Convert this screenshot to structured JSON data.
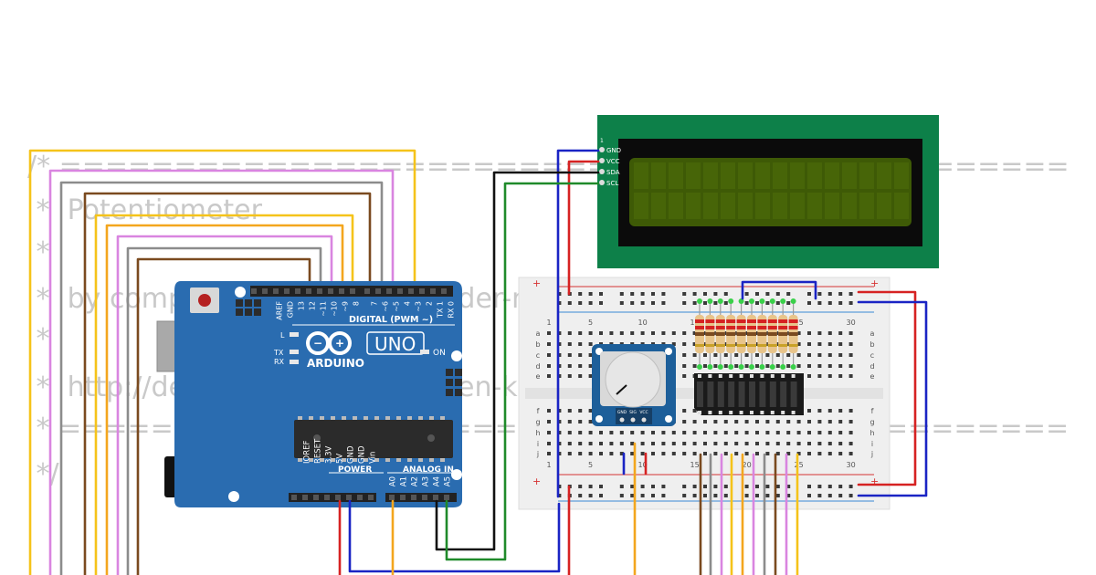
{
  "code_comment": {
    "lines": [
      "/* ============================================",
      " *  Potentiometer",
      " *",
      " *  by computer-ist-fuer-den-kinder-n.de",
      " *",
      " *  http://de.computer-ist-fuer-den-kinder-n.de",
      " * ============================================",
      " */"
    ]
  },
  "arduino": {
    "brand": "ARDUINO",
    "model": "UNO",
    "digital_header": "DIGITAL (PWM ~)",
    "digital_pins": [
      "AREF",
      "GND",
      "13",
      "12",
      "~11",
      "~10",
      "~9",
      "8",
      "7",
      "~6",
      "~5",
      "4",
      "~3",
      "2",
      "TX 1",
      "RX 0"
    ],
    "analog_header": "ANALOG IN",
    "power_header": "POWER",
    "power_pins": [
      "IOREF",
      "RESET",
      "3.3V",
      "5V",
      "GND",
      "GND",
      "Vin"
    ],
    "analog_pins": [
      "A0",
      "A1",
      "A2",
      "A3",
      "A4",
      "A5"
    ],
    "led_labels": {
      "l": "L",
      "tx": "TX",
      "rx": "RX",
      "on": "ON"
    },
    "colors": {
      "board": "#2a6cb0",
      "board_dark": "#1f5590",
      "text": "#ffffff"
    }
  },
  "lcd": {
    "pins": [
      "GND",
      "VCC",
      "SDA",
      "SCL"
    ],
    "pin1": "1",
    "colors": {
      "pcb": "#0d8049",
      "bezel": "#0b0b0b",
      "screen": "#3e5a06",
      "screen_light": "#4e6d0a"
    }
  },
  "breadboard": {
    "col_labels": [
      "1",
      "5",
      "10",
      "15",
      "20",
      "25",
      "30"
    ],
    "row_labels_top": [
      "a",
      "b",
      "c",
      "d",
      "e"
    ],
    "row_labels_bottom": [
      "f",
      "g",
      "h",
      "i",
      "j"
    ],
    "plus": "+"
  },
  "potentiometer": {
    "pins": [
      "GND",
      "SIG",
      "VCC"
    ],
    "colors": {
      "pcb": "#1d5f9a",
      "knob": "#e6e6e6"
    }
  },
  "led_bar": {
    "segments": 10,
    "colors": {
      "body": "#1a1a1a",
      "segment": "#3a3a3a"
    }
  },
  "resistors": {
    "count": 10
  },
  "wire_colors": {
    "yellow": "#f5c31a",
    "pink": "#d985e0",
    "gray": "#8c8c8c",
    "brown": "#7a4a1f",
    "orange": "#f3a61e",
    "red": "#d62222",
    "blue": "#1a24c4",
    "black": "#111111",
    "green": "#1f8a2a"
  }
}
